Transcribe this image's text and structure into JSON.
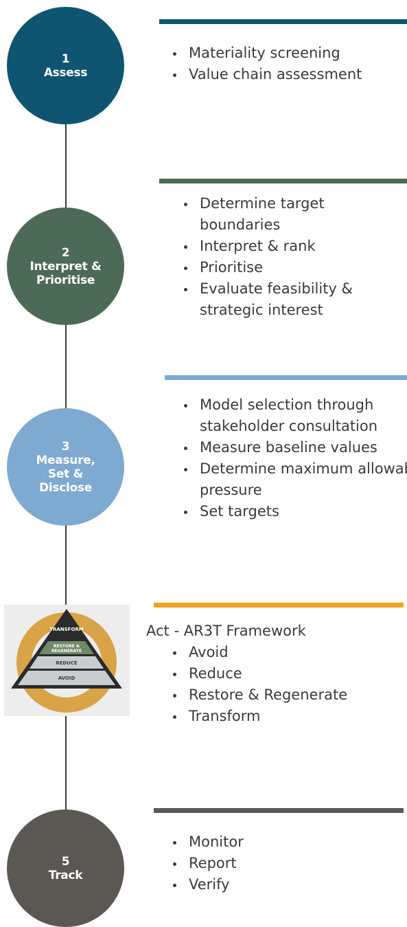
{
  "steps": [
    {
      "num": "1",
      "title": "Assess",
      "color": "#0f5571",
      "items": [
        "Materiality screening",
        "Value chain assessment"
      ]
    },
    {
      "num": "2",
      "title": "Interpret &\nPrioritise",
      "color": "#4d6a56",
      "items": [
        "Determine target boundaries",
        "Interpret & rank",
        "Prioritise",
        "Evaluate feasibility & strategic interest"
      ]
    },
    {
      "num": "3",
      "title": "Measure,\nSet &\nDisclose",
      "color": "#7ea9d0",
      "items": [
        "Model selection through stakeholder consultation",
        "Measure baseline values",
        "Determine maximum allowable pressure",
        "Set targets"
      ]
    },
    {
      "heading": "Act - AR3T Framework",
      "color": "#f0a31e",
      "items": [
        "Avoid",
        "Reduce",
        "Restore & Regenerate",
        "Transform"
      ],
      "icon": {
        "name": "ar3t-pyramid-icon",
        "labels": {
          "top": "TRANSFORM",
          "mid": "RESTORE &\nREGENERATE",
          "reduce": "REDUCE",
          "avoid": "AVOID"
        }
      }
    },
    {
      "num": "5",
      "title": "Track",
      "color": "#5b5753",
      "items": [
        "Monitor",
        "Report",
        "Verify"
      ]
    }
  ]
}
